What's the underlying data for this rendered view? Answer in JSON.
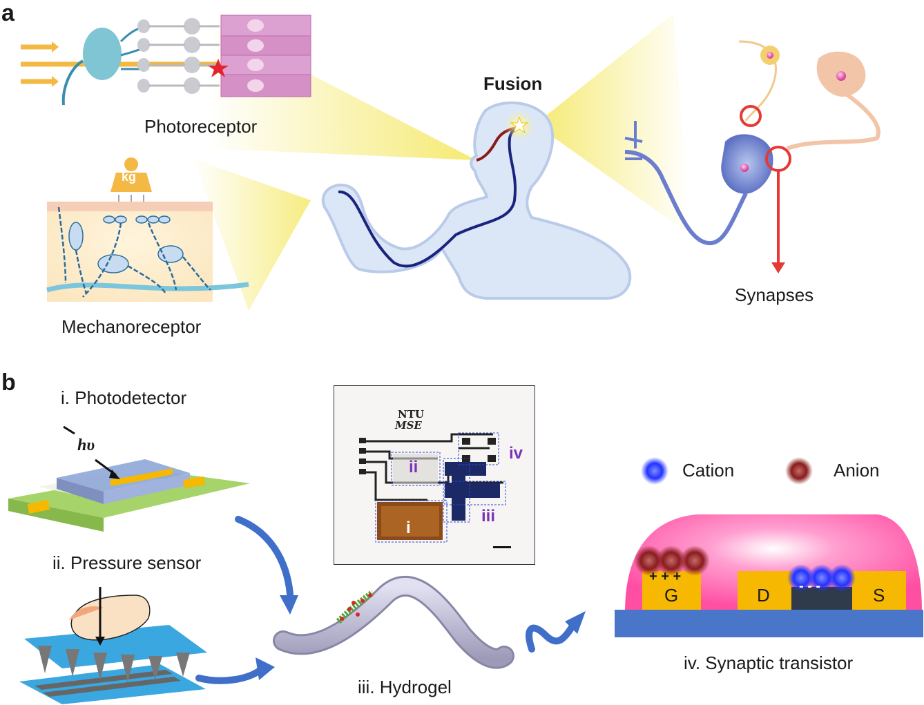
{
  "panels": {
    "a": "a",
    "b": "b"
  },
  "panel_a": {
    "photoreceptor": "Photoreceptor",
    "mechanoreceptor": "Mechanoreceptor",
    "weight": "kg",
    "fusion": "Fusion",
    "synapses": "Synapses"
  },
  "panel_b": {
    "photodetector": "i. Photodetector",
    "light": "hυ",
    "pressure_sensor": "ii. Pressure sensor",
    "hydrogel": "iii. Hydrogel",
    "synaptic_transistor": "iv. Synaptic transistor",
    "legend": {
      "cation": "Cation",
      "anion": "Anion"
    },
    "photo": {
      "logo_top": "NTU",
      "logo_bottom": "MSE",
      "regions": [
        "i",
        "ii",
        "iii",
        "iv"
      ]
    },
    "transistor": {
      "gate": "G",
      "drain": "D",
      "source": "S",
      "gate_charge": "+ + +",
      "channel_charge": "- - -"
    }
  },
  "colors": {
    "light_beam": "#f5e96b",
    "nerve_blue": "#1a237e",
    "nerve_red": "#8b1a1a",
    "synapse_red": "#e53935",
    "gate_gold": "#f6b800",
    "hydrogel_pink": "#ff4fa3",
    "substrate_blue": "#4a76c9",
    "arrow_blue": "#3f6fc9",
    "region_label_purple": "#7a35b5"
  }
}
